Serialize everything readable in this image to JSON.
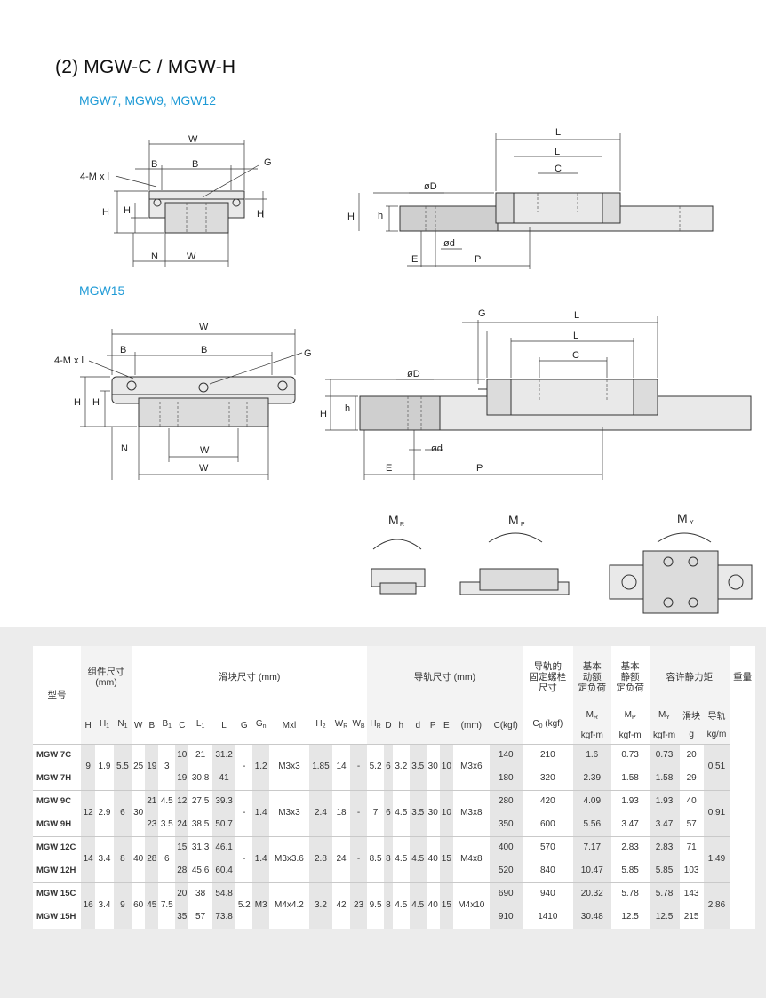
{
  "title": "(2) MGW-C / MGW-H",
  "sections": [
    "MGW7, MGW9, MGW12",
    "MGW15"
  ],
  "drawing_labels": {
    "W": "W",
    "B1": "B",
    "B": "B",
    "Gn": "G",
    "M": "4-M x l",
    "H": "H",
    "H1": "H",
    "H2": "H",
    "N": "N",
    "WR": "W",
    "WB": "W",
    "L": "L",
    "L1": "L",
    "C": "C",
    "D": "øD",
    "d": "ød",
    "h": "h",
    "HR": "H",
    "E": "E",
    "P": "P",
    "G": "G",
    "sub1": "1",
    "subn": "n",
    "sub2": "2",
    "subR": "R",
    "subB": "B",
    "subP": "P",
    "subY": "Y"
  },
  "moments": [
    "M",
    "M",
    "M"
  ],
  "table": {
    "h_model": "型号",
    "h_group": "组件尺寸\n(mm)",
    "h_block": "滑块尺寸 (mm)",
    "h_rail": "导轨尺寸 (mm)",
    "h_bolt": "导轨的\n固定螺栓\n尺寸",
    "h_dyn": "基本\n动额\n定负荷",
    "h_sta": "基本\n静额\n定负荷",
    "h_mom": "容许静力矩",
    "h_wt": "重量",
    "cols": [
      "H",
      "H",
      "N",
      "W",
      "B",
      "B",
      "C",
      "L",
      "L",
      "G",
      "G",
      "Mxl",
      "H",
      "W",
      "W",
      "H",
      "D",
      "h",
      "d",
      "P",
      "E",
      "(mm)",
      "C(kgf)",
      "C (kgf)",
      "M",
      "M",
      "M",
      "滑块",
      "导轨"
    ],
    "units": [
      "kgf-m",
      "kgf-m",
      "kgf-m",
      "g",
      "kg/m"
    ],
    "rows": [
      {
        "m": [
          "MGW 7C",
          "MGW 7H"
        ],
        "H": "9",
        "H1": "1.9",
        "N": "5.5",
        "W": "25",
        "B": "19",
        "B1": "3",
        "C": [
          "10",
          "19"
        ],
        "L1": [
          "21",
          "30.8"
        ],
        "L": [
          "31.2",
          "41"
        ],
        "G": "-",
        "Gn": "1.2",
        "Mxl": "M3x3",
        "H2": "1.85",
        "WR": "14",
        "WB": "-",
        "HR": "5.2",
        "D": "6",
        "h": "3.2",
        "d": "3.5",
        "P": "30",
        "E": "10",
        "bolt": "M3x6",
        "Cd": [
          "140",
          "180"
        ],
        "C0": [
          "210",
          "320"
        ],
        "MR": [
          "1.6",
          "2.39"
        ],
        "MP": [
          "0.73",
          "1.58"
        ],
        "MY": [
          "0.73",
          "1.58"
        ],
        "g": [
          "20",
          "29"
        ],
        "kg": "0.51"
      },
      {
        "m": [
          "MGW 9C",
          "MGW 9H"
        ],
        "H": "12",
        "H1": "2.9",
        "N": "6",
        "W": "30",
        "B": [
          "21",
          "23"
        ],
        "B1": [
          "4.5",
          "3.5"
        ],
        "C": [
          "12",
          "24"
        ],
        "L1": [
          "27.5",
          "38.5"
        ],
        "L": [
          "39.3",
          "50.7"
        ],
        "G": "-",
        "Gn": "1.4",
        "Mxl": "M3x3",
        "H2": "2.4",
        "WR": "18",
        "WB": "-",
        "HR": "7",
        "D": "6",
        "h": "4.5",
        "d": "3.5",
        "P": "30",
        "E": "10",
        "bolt": "M3x8",
        "Cd": [
          "280",
          "350"
        ],
        "C0": [
          "420",
          "600"
        ],
        "MR": [
          "4.09",
          "5.56"
        ],
        "MP": [
          "1.93",
          "3.47"
        ],
        "MY": [
          "1.93",
          "3.47"
        ],
        "g": [
          "40",
          "57"
        ],
        "kg": "0.91"
      },
      {
        "m": [
          "MGW 12C",
          "MGW 12H"
        ],
        "H": "14",
        "H1": "3.4",
        "N": "8",
        "W": "40",
        "B": "28",
        "B1": "6",
        "C": [
          "15",
          "28"
        ],
        "L1": [
          "31.3",
          "45.6"
        ],
        "L": [
          "46.1",
          "60.4"
        ],
        "G": "-",
        "Gn": "1.4",
        "Mxl": "M3x3.6",
        "H2": "2.8",
        "WR": "24",
        "WB": "-",
        "HR": "8.5",
        "D": "8",
        "h": "4.5",
        "d": "4.5",
        "P": "40",
        "E": "15",
        "bolt": "M4x8",
        "Cd": [
          "400",
          "520"
        ],
        "C0": [
          "570",
          "840"
        ],
        "MR": [
          "7.17",
          "10.47"
        ],
        "MP": [
          "2.83",
          "5.85"
        ],
        "MY": [
          "2.83",
          "5.85"
        ],
        "g": [
          "71",
          "103"
        ],
        "kg": "1.49"
      },
      {
        "m": [
          "MGW 15C",
          "MGW 15H"
        ],
        "H": "16",
        "H1": "3.4",
        "N": "9",
        "W": "60",
        "B": "45",
        "B1": "7.5",
        "C": [
          "20",
          "35"
        ],
        "L1": [
          "38",
          "57"
        ],
        "L": [
          "54.8",
          "73.8"
        ],
        "G": "5.2",
        "Gn": "M3",
        "Mxl": "M4x4.2",
        "H2": "3.2",
        "WR": "42",
        "WB": "23",
        "HR": "9.5",
        "D": "8",
        "h": "4.5",
        "d": "4.5",
        "P": "40",
        "E": "15",
        "bolt": "M4x10",
        "Cd": [
          "690",
          "910"
        ],
        "C0": [
          "940",
          "1410"
        ],
        "MR": [
          "20.32",
          "30.48"
        ],
        "MP": [
          "5.78",
          "12.5"
        ],
        "MY": [
          "5.78",
          "12.5"
        ],
        "g": [
          "143",
          "215"
        ],
        "kg": "2.86"
      }
    ]
  }
}
